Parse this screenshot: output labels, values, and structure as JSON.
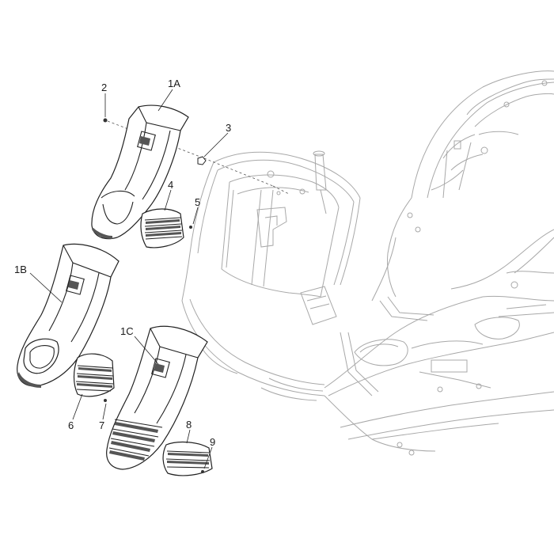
{
  "diagram": {
    "callouts": [
      {
        "id": "2",
        "text": "2"
      },
      {
        "id": "1A",
        "text": "1A"
      },
      {
        "id": "3",
        "text": "3"
      },
      {
        "id": "4",
        "text": "4"
      },
      {
        "id": "5",
        "text": "5"
      },
      {
        "id": "1B",
        "text": "1B"
      },
      {
        "id": "1C",
        "text": "1C"
      },
      {
        "id": "6",
        "text": "6"
      },
      {
        "id": "7",
        "text": "7"
      },
      {
        "id": "8",
        "text": "8"
      },
      {
        "id": "9",
        "text": "9"
      }
    ]
  }
}
